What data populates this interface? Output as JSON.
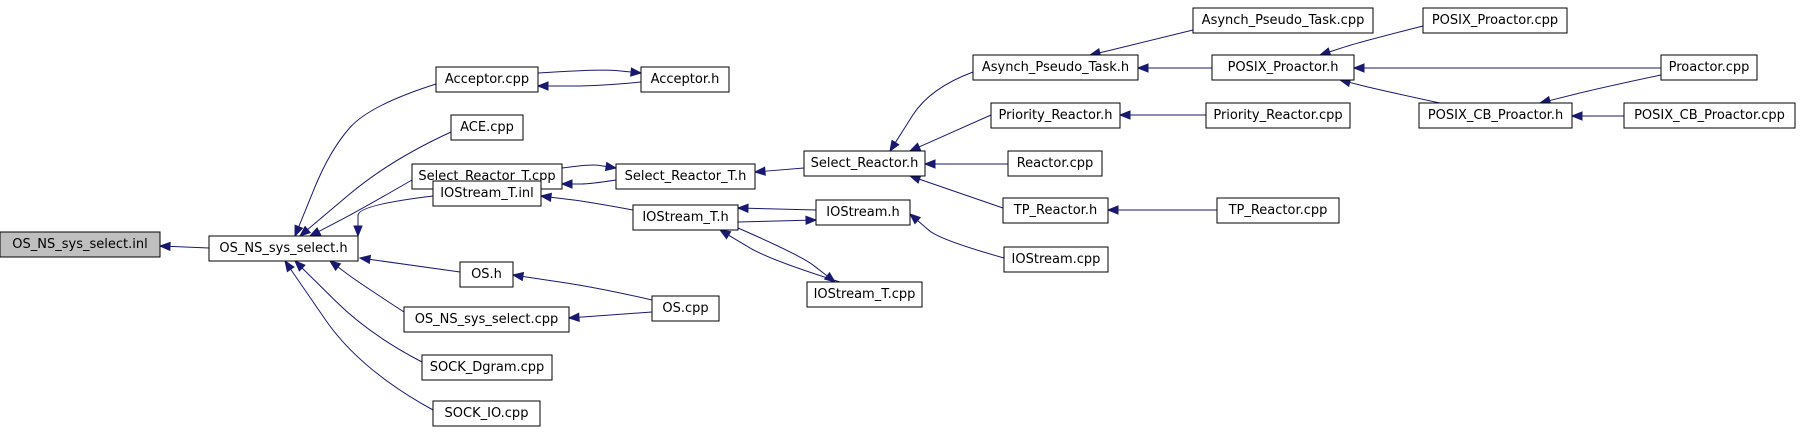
{
  "nodes": [
    {
      "id": "n_os_inl",
      "label": "OS_NS_sys_select.inl",
      "root": true
    },
    {
      "id": "n_os_h_sel",
      "label": "OS_NS_sys_select.h"
    },
    {
      "id": "n_acceptor_cpp",
      "label": "Acceptor.cpp"
    },
    {
      "id": "n_acceptor_h",
      "label": "Acceptor.h"
    },
    {
      "id": "n_ace_cpp",
      "label": "ACE.cpp"
    },
    {
      "id": "n_srt_cpp",
      "label": "Select_Reactor_T.cpp"
    },
    {
      "id": "n_srt_h",
      "label": "Select_Reactor_T.h"
    },
    {
      "id": "n_sr_h",
      "label": "Select_Reactor.h"
    },
    {
      "id": "n_iost_inl",
      "label": "IOStream_T.inl"
    },
    {
      "id": "n_iost_h",
      "label": "IOStream_T.h"
    },
    {
      "id": "n_ios_h",
      "label": "IOStream.h"
    },
    {
      "id": "n_ios_cpp",
      "label": "IOStream.cpp"
    },
    {
      "id": "n_iost_cpp",
      "label": "IOStream_T.cpp"
    },
    {
      "id": "n_os_h",
      "label": "OS.h"
    },
    {
      "id": "n_os_cpp",
      "label": "OS.cpp"
    },
    {
      "id": "n_ossel_cpp",
      "label": "OS_NS_sys_select.cpp"
    },
    {
      "id": "n_dgram_cpp",
      "label": "SOCK_Dgram.cpp"
    },
    {
      "id": "n_sockio_cpp",
      "label": "SOCK_IO.cpp"
    },
    {
      "id": "n_apt_h",
      "label": "Asynch_Pseudo_Task.h"
    },
    {
      "id": "n_apt_cpp",
      "label": "Asynch_Pseudo_Task.cpp"
    },
    {
      "id": "n_pp_h",
      "label": "POSIX_Proactor.h"
    },
    {
      "id": "n_pp_cpp",
      "label": "POSIX_Proactor.cpp"
    },
    {
      "id": "n_proactor_cpp",
      "label": "Proactor.cpp"
    },
    {
      "id": "n_pcbp_h",
      "label": "POSIX_CB_Proactor.h"
    },
    {
      "id": "n_pcbp_cpp",
      "label": "POSIX_CB_Proactor.cpp"
    },
    {
      "id": "n_pr_h",
      "label": "Priority_Reactor.h"
    },
    {
      "id": "n_pr_cpp",
      "label": "Priority_Reactor.cpp"
    },
    {
      "id": "n_reactor_cpp",
      "label": "Reactor.cpp"
    },
    {
      "id": "n_tpr_h",
      "label": "TP_Reactor.h"
    },
    {
      "id": "n_tpr_cpp",
      "label": "TP_Reactor.cpp"
    }
  ],
  "edges": [
    {
      "from": "n_os_h_sel",
      "to": "n_os_inl"
    },
    {
      "from": "n_acceptor_cpp",
      "to": "n_os_h_sel"
    },
    {
      "from": "n_ace_cpp",
      "to": "n_os_h_sel"
    },
    {
      "from": "n_srt_cpp",
      "to": "n_os_h_sel"
    },
    {
      "from": "n_iost_inl",
      "to": "n_os_h_sel"
    },
    {
      "from": "n_os_h",
      "to": "n_os_h_sel"
    },
    {
      "from": "n_ossel_cpp",
      "to": "n_os_h_sel"
    },
    {
      "from": "n_dgram_cpp",
      "to": "n_os_h_sel"
    },
    {
      "from": "n_sockio_cpp",
      "to": "n_os_h_sel"
    },
    {
      "from": "n_acceptor_h",
      "to": "n_acceptor_cpp"
    },
    {
      "from": "n_acceptor_cpp",
      "to": "n_acceptor_h"
    },
    {
      "from": "n_srt_h",
      "to": "n_srt_cpp"
    },
    {
      "from": "n_srt_cpp",
      "to": "n_srt_h"
    },
    {
      "from": "n_sr_h",
      "to": "n_srt_h"
    },
    {
      "from": "n_iost_h",
      "to": "n_iost_inl"
    },
    {
      "from": "n_ios_h",
      "to": "n_iost_h"
    },
    {
      "from": "n_iost_cpp",
      "to": "n_iost_h"
    },
    {
      "from": "n_iost_h",
      "to": "n_ios_h"
    },
    {
      "from": "n_iost_h",
      "to": "n_iost_cpp"
    },
    {
      "from": "n_ios_cpp",
      "to": "n_ios_h"
    },
    {
      "from": "n_os_cpp",
      "to": "n_os_h"
    },
    {
      "from": "n_os_cpp",
      "to": "n_ossel_cpp"
    },
    {
      "from": "n_apt_h",
      "to": "n_sr_h"
    },
    {
      "from": "n_pr_h",
      "to": "n_sr_h"
    },
    {
      "from": "n_reactor_cpp",
      "to": "n_sr_h"
    },
    {
      "from": "n_tpr_h",
      "to": "n_sr_h"
    },
    {
      "from": "n_apt_cpp",
      "to": "n_apt_h"
    },
    {
      "from": "n_pp_h",
      "to": "n_apt_h"
    },
    {
      "from": "n_pp_cpp",
      "to": "n_pp_h"
    },
    {
      "from": "n_proactor_cpp",
      "to": "n_pp_h"
    },
    {
      "from": "n_pcbp_h",
      "to": "n_pp_h"
    },
    {
      "from": "n_proactor_cpp",
      "to": "n_pcbp_h"
    },
    {
      "from": "n_pcbp_cpp",
      "to": "n_pcbp_h"
    },
    {
      "from": "n_pr_cpp",
      "to": "n_pr_h"
    },
    {
      "from": "n_tpr_cpp",
      "to": "n_tpr_h"
    }
  ]
}
